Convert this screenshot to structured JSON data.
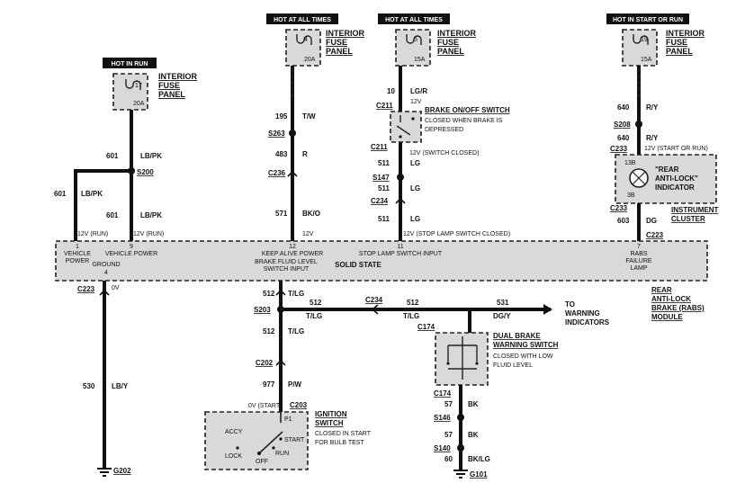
{
  "hot_labels": {
    "left": "HOT IN RUN",
    "mid": "HOT AT ALL TIMES",
    "center": "HOT AT ALL TIMES",
    "right": "HOT IN START OR RUN"
  },
  "fuse_panels": {
    "left": {
      "title": "INTERIOR",
      "line2": "FUSE",
      "line3": "PANEL",
      "fuse_no": "17",
      "amps": "20A"
    },
    "mid": {
      "title": "INTERIOR",
      "line2": "FUSE",
      "line3": "PANEL",
      "fuse_no": "4",
      "amps": "20A"
    },
    "center": {
      "title": "INTERIOR",
      "line2": "FUSE",
      "line3": "PANEL",
      "fuse_no": "5",
      "amps": "15A"
    },
    "right": {
      "title": "INTERIOR",
      "line2": "FUSE",
      "line3": "PANEL",
      "fuse_no": "19",
      "amps": "15A"
    }
  },
  "wires": {
    "w601a": {
      "circuit": "601",
      "color": "LB/PK"
    },
    "w601b": {
      "circuit": "601",
      "color": "LB/PK"
    },
    "w601c": {
      "circuit": "601",
      "color": "LB/PK"
    },
    "w195": {
      "circuit": "195",
      "color": "T/W"
    },
    "w483": {
      "circuit": "483",
      "color": "R"
    },
    "w571": {
      "circuit": "571",
      "color": "BK/O"
    },
    "w10": {
      "circuit": "10",
      "color": "LG/R"
    },
    "w511a": {
      "circuit": "511",
      "color": "LG"
    },
    "w511b": {
      "circuit": "511",
      "color": "LG"
    },
    "w511c": {
      "circuit": "511",
      "color": "LG"
    },
    "w640a": {
      "circuit": "640",
      "color": "R/Y"
    },
    "w640b": {
      "circuit": "640",
      "color": "R/Y"
    },
    "w603": {
      "circuit": "603",
      "color": "DG"
    },
    "w512a": {
      "circuit": "512",
      "color": "T/LG"
    },
    "w512b": {
      "circuit": "512",
      "color": "T/LG"
    },
    "w512h1": {
      "circuit": "512",
      "color": "T/LG"
    },
    "w512h2": {
      "circuit": "512",
      "color": "T/LG"
    },
    "w531": {
      "circuit": "531",
      "color": "DG/Y"
    },
    "w977": {
      "circuit": "977",
      "color": "P/W"
    },
    "w530": {
      "circuit": "530",
      "color": "LB/Y"
    },
    "w57a": {
      "circuit": "57",
      "color": "BK"
    },
    "w57b": {
      "circuit": "57",
      "color": "BK"
    },
    "w60": {
      "circuit": "60",
      "color": "BK/LG"
    }
  },
  "connectors": {
    "S200": "S200",
    "S263": "S263",
    "C236": "C236",
    "C211a": "C211",
    "C211b": "C211",
    "S147": "S147",
    "C234a": "C234",
    "S208": "S208",
    "C233a": "C233",
    "C233b": "C233",
    "C223a": "C223",
    "C223b": "C223",
    "S203": "S203",
    "C234b": "C234",
    "C174a": "C174",
    "C174b": "C174",
    "C202": "C202",
    "C203": "C203",
    "S146": "S146",
    "S140": "S140",
    "G202": "G202",
    "G101": "G101"
  },
  "voltages": {
    "v12run_a": "12V (RUN)",
    "v12run_b": "12V (RUN)",
    "v12_mid": "12V",
    "v12_brake": "12V",
    "v12_switch_closed": "12V (SWITCH CLOSED)",
    "v12_stop_lamp": "12V (STOP LAMP SWITCH CLOSED)",
    "v12_start_run": "12V (START OR RUN)",
    "v0_ground": "0V",
    "v0_start": "0V (START)"
  },
  "brake_switch": {
    "title": "BRAKE ON/OFF SWITCH",
    "desc1": "CLOSED WHEN BRAKE IS",
    "desc2": "DEPRESSED"
  },
  "cluster": {
    "lamp1": "\"REAR",
    "lamp2": "ANTI-LOCK\"",
    "lamp3": "INDICATOR",
    "pin_top": "13B",
    "pin_bot": "3B",
    "title1": "INSTRUMENT",
    "title2": "CLUSTER"
  },
  "module": {
    "pin1_no": "1",
    "pin1_l1": "VEHICLE",
    "pin1_l2": "POWER",
    "pin9_no": "9",
    "pin9_l1": "VEHICLE POWER",
    "pin12_no": "12",
    "pin12_l1": "KEEP ALIVE POWER",
    "pin11_no": "11",
    "pin11_l1": "STOP LAMP SWITCH INPUT",
    "pin7_no": "7",
    "pin7_l1": "RABS",
    "pin7_l2": "FAILURE",
    "pin7_l3": "LAMP",
    "ground_l1": "GROUND",
    "ground_no": "4",
    "brake_fluid_l1": "BRAKE FLUID LEVEL",
    "brake_fluid_l2": "SWITCH INPUT",
    "solid_state": "SOLID STATE",
    "name1": "REAR",
    "name2": "ANTI-LOCK",
    "name3": "BRAKE (RABS)",
    "name4": "MODULE"
  },
  "warning": {
    "to1": "TO",
    "to2": "WARNING",
    "to3": "INDICATORS"
  },
  "dual_brake": {
    "title1": "DUAL BRAKE",
    "title2": "WARNING SWITCH",
    "desc1": "CLOSED WITH LOW",
    "desc2": "FLUID LEVEL"
  },
  "ignition": {
    "title1": "IGNITION",
    "title2": "SWITCH",
    "desc1": "CLOSED IN START",
    "desc2": "FOR BULB TEST",
    "pos_accy": "ACCY",
    "pos_lock": "LOCK",
    "pos_off": "OFF",
    "pos_run": "RUN",
    "pos_start": "START",
    "pin": "P1"
  }
}
